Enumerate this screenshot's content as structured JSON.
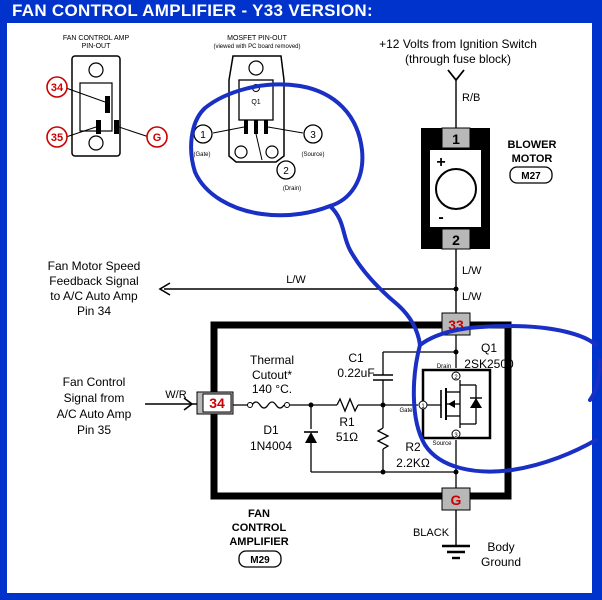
{
  "title": "FAN CONTROL AMPLIFIER - Y33  VERSION:",
  "amp_pinout": {
    "title_line1": "FAN CONTROL AMP",
    "title_line2": "PIN-OUT",
    "pin_a": "34",
    "pin_b": "35",
    "pin_c": "G"
  },
  "mosfet_pinout": {
    "title_line1": "MOSFET PIN-OUT",
    "title_line2": "(viewed with PC board removed)",
    "device": "Q1",
    "pin1": "1",
    "pin1_label": "(Gate)",
    "pin2": "2",
    "pin2_label": "(Drain)",
    "pin3": "3",
    "pin3_label": "(Source)"
  },
  "supply": {
    "line1": "+12 Volts from Ignition Switch",
    "line2": "(through fuse block)",
    "wire": "R/B"
  },
  "blower_motor": {
    "label_line1": "BLOWER",
    "label_line2": "MOTOR",
    "code": "M27",
    "pin_top": "1",
    "pin_bottom": "2",
    "plus": "+",
    "minus": "-"
  },
  "feedback": {
    "line1": "Fan Motor Speed",
    "line2": "Feedback Signal",
    "line3": "to A/C Auto Amp",
    "line4": "Pin 34",
    "wire": "L/W",
    "wire2": "L/W",
    "wire3": "L/W"
  },
  "control_signal": {
    "line1": "Fan Control",
    "line2": "Signal from",
    "line3": "A/C Auto Amp",
    "line4": "Pin 35",
    "wire": "W/R"
  },
  "amplifier": {
    "pin_in": "34",
    "pin_top": "33",
    "pin_ground": "G",
    "label_line1": "FAN",
    "label_line2": "CONTROL",
    "label_line3": "AMPLIFIER",
    "code": "M29"
  },
  "components": {
    "thermal_line1": "Thermal",
    "thermal_line2": "Cutout*",
    "thermal_line3": "140 °C.",
    "c1_name": "C1",
    "c1_value": "0.22uF",
    "d1_name": "D1",
    "d1_part": "1N4004",
    "r1_name": "R1",
    "r1_value": "51Ω",
    "r2_name": "R2",
    "r2_value": "2.2KΩ",
    "q1_name": "Q1",
    "q1_part": "2SK2500",
    "drain": "Drain",
    "gate": "Gate",
    "source": "Source",
    "q_pin1": "1",
    "q_pin2": "2",
    "q_pin3": "3"
  },
  "ground": {
    "wire": "BLACK",
    "line1": "Body",
    "line2": "Ground"
  },
  "colors": {
    "frame": "#0033cc",
    "pin_red": "#cc0000",
    "connector_grey": "#b8b8b8",
    "annotation": "#1a2fc4"
  }
}
